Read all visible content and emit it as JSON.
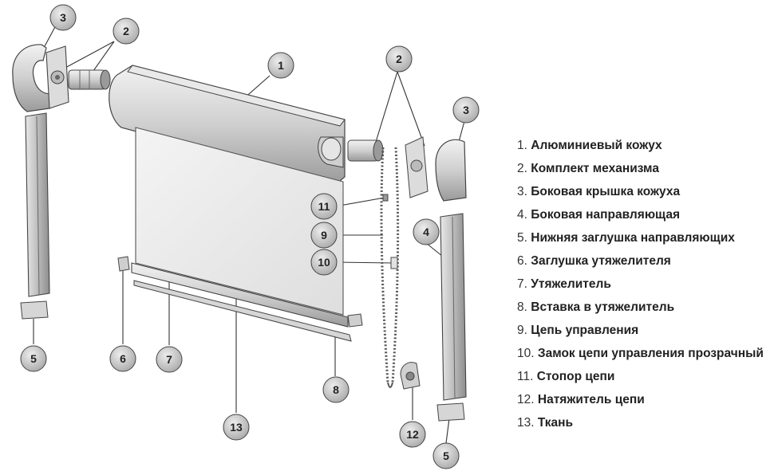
{
  "callouts": {
    "c1": "1",
    "c2a": "2",
    "c2b": "2",
    "c3a": "3",
    "c3b": "3",
    "c4": "4",
    "c5a": "5",
    "c5b": "5",
    "c6": "6",
    "c7": "7",
    "c8": "8",
    "c9": "9",
    "c10": "10",
    "c11": "11",
    "c12": "12",
    "c13": "13"
  },
  "legend": [
    {
      "num": "1.",
      "label": "Алюминиевый кожух"
    },
    {
      "num": "2.",
      "label": "Комплект механизма"
    },
    {
      "num": "3.",
      "label": "Боковая крышка кожуха"
    },
    {
      "num": "4.",
      "label": "Боковая направляющая"
    },
    {
      "num": "5.",
      "label": "Нижняя заглушка направляющих"
    },
    {
      "num": "6.",
      "label": "Заглушка утяжелителя"
    },
    {
      "num": "7.",
      "label": "Утяжелитель"
    },
    {
      "num": "8.",
      "label": "Вставка  в утяжелитель"
    },
    {
      "num": "9.",
      "label": "Цепь управления"
    },
    {
      "num": "10.",
      "label": "Замок цепи управления прозрачный"
    },
    {
      "num": "11.",
      "label": "Стопор цепи"
    },
    {
      "num": "12.",
      "label": "Натяжитель цепи"
    },
    {
      "num": "13.",
      "label": "Ткань"
    }
  ]
}
